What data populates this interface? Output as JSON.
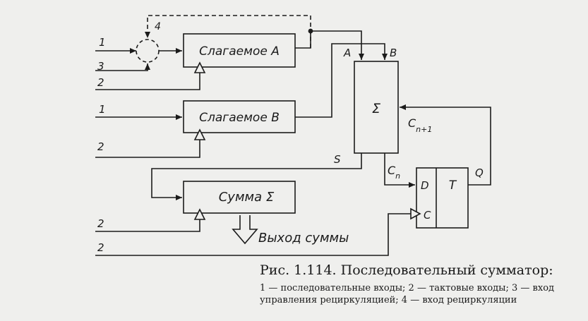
{
  "diagram": {
    "blocks": {
      "addend_a": "Слагаемое  A",
      "addend_b": "Слагаемое  B",
      "sum_reg": "Сумма Σ",
      "adder": "Σ",
      "trigger": "T"
    },
    "labels": {
      "in1_a": "1",
      "in3": "3",
      "in2_a": "2",
      "in1_b": "1",
      "in2_b": "2",
      "in2_sum": "2",
      "in2_clk": "2",
      "recirc": "4",
      "port_a": "A",
      "port_b": "B",
      "port_s": "S",
      "carry_next": "C",
      "carry_next_sub": "n+1",
      "carry": "C",
      "carry_sub": "n",
      "trig_d": "D",
      "trig_c": "C",
      "trig_q": "Q",
      "output": "Выход суммы"
    }
  },
  "caption": {
    "title": "Рис. 1.114. Последовательный сумматор:",
    "legend": "1 — последовательные входы; 2 — тактовые входы; 3 — вход управления рециркуляцией; 4 — вход рециркуляции"
  }
}
